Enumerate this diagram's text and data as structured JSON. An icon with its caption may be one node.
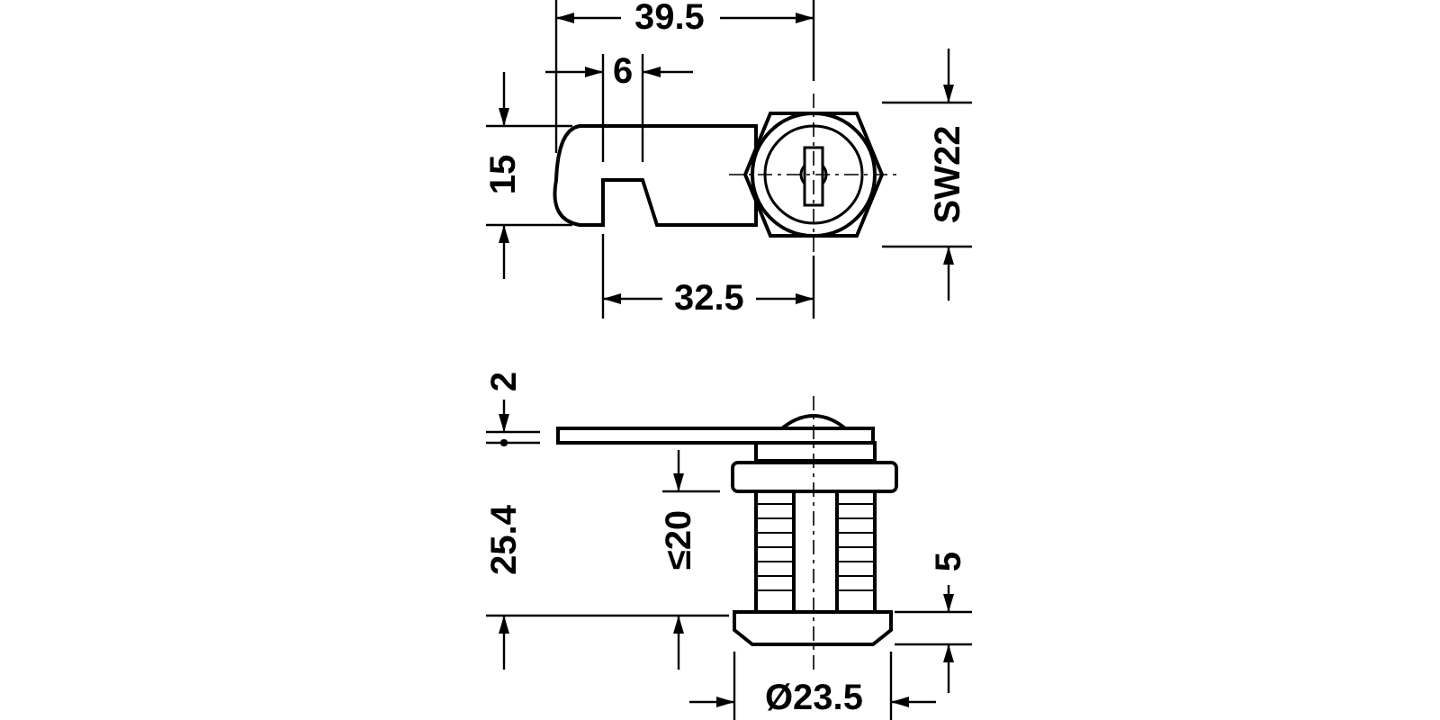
{
  "diagram": {
    "labels": [
      "39.5",
      "6",
      "15",
      "SW22",
      "32.5",
      "2",
      "25.4",
      "≤20",
      "5",
      "Ø23.5"
    ]
  }
}
